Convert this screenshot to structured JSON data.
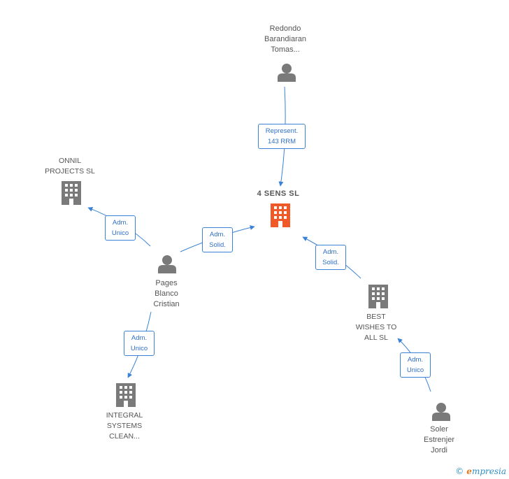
{
  "nodes": {
    "main": {
      "lines": [
        "4 SENS  SL"
      ],
      "kind": "company",
      "color": "#f05a28"
    },
    "onnil": {
      "lines": [
        "ONNIL",
        "PROJECTS SL"
      ],
      "kind": "company",
      "color": "#7a7a7a"
    },
    "integral": {
      "lines": [
        "INTEGRAL",
        "SYSTEMS",
        "CLEAN..."
      ],
      "kind": "company",
      "color": "#7a7a7a"
    },
    "best": {
      "lines": [
        "BEST",
        "WISHES TO",
        "ALL  SL"
      ],
      "kind": "company",
      "color": "#7a7a7a"
    },
    "redondo": {
      "lines": [
        "Redondo",
        "Barandiaran",
        "Tomas..."
      ],
      "kind": "person",
      "color": "#7a7a7a"
    },
    "pages": {
      "lines": [
        "Pages",
        "Blanco",
        "Cristian"
      ],
      "kind": "person",
      "color": "#7a7a7a"
    },
    "soler": {
      "lines": [
        "Soler",
        "Estrenjer",
        "Jordi"
      ],
      "kind": "person",
      "color": "#7a7a7a"
    }
  },
  "edges": {
    "redondo_main": {
      "lines": [
        "Represent.",
        "143 RRM"
      ]
    },
    "pages_onnil": {
      "lines": [
        "Adm.",
        "Unico"
      ]
    },
    "pages_main": {
      "lines": [
        "Adm.",
        "Solid."
      ]
    },
    "best_main": {
      "lines": [
        "Adm.",
        "Solid."
      ]
    },
    "pages_integral": {
      "lines": [
        "Adm.",
        "Unico"
      ]
    },
    "soler_best": {
      "lines": [
        "Adm.",
        "Unico"
      ]
    }
  },
  "footer": {
    "copyright": "©",
    "brand_first": "e",
    "brand_rest": "mpresia"
  },
  "colors": {
    "edge": "#3b82d6",
    "edge_text": "#2f6fc4",
    "icon": "#7a7a7a",
    "main": "#f05a28"
  }
}
